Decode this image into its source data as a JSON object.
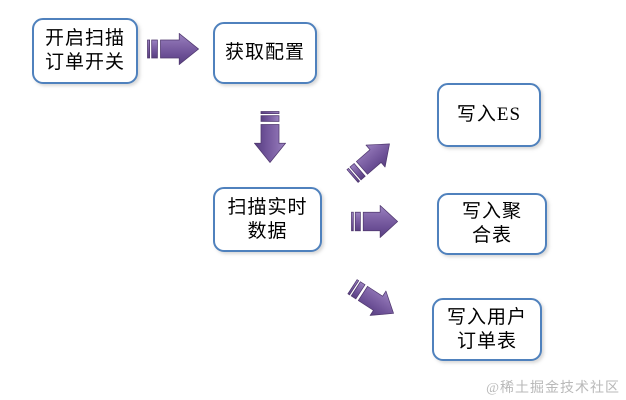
{
  "diagram": {
    "title": "order-scan-flowchart",
    "nodes": {
      "start_switch": {
        "text": "开启扫描\n订单开关"
      },
      "get_config": {
        "text": "获取配置"
      },
      "scan_realtime": {
        "text": "扫描实时\n数据"
      },
      "write_es": {
        "text": "写入ES"
      },
      "write_agg_table": {
        "text": "写入聚\n合表"
      },
      "write_user_order": {
        "text": "写入用户\n订单表"
      }
    },
    "edges": [
      {
        "from": "start_switch",
        "to": "get_config",
        "direction": "right"
      },
      {
        "from": "get_config",
        "to": "scan_realtime",
        "direction": "down"
      },
      {
        "from": "scan_realtime",
        "to": "write_es",
        "direction": "up-right"
      },
      {
        "from": "scan_realtime",
        "to": "write_agg_table",
        "direction": "right"
      },
      {
        "from": "scan_realtime",
        "to": "write_user_order",
        "direction": "down-right"
      }
    ],
    "colors": {
      "box_border": "#4f81bd",
      "box_fill": "#ffffff",
      "text": "#000000",
      "arrow_highlight": "#9a82c0",
      "arrow_mid": "#7a5da4",
      "arrow_dark": "#584080",
      "arrow_outline": "#50386f",
      "watermark_gray": "#b9b9b9"
    },
    "watermark": "@稀土掘金技术社区"
  }
}
